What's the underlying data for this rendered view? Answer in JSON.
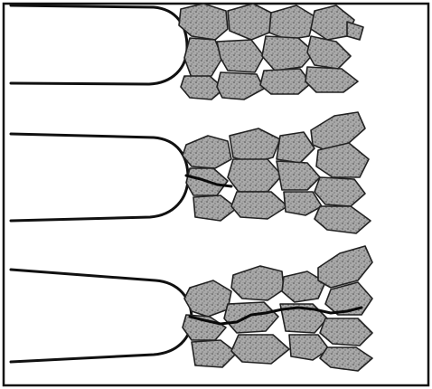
{
  "figure": {
    "panels": [
      {
        "id": "panel-1",
        "crack": "none"
      },
      {
        "id": "panel-2",
        "crack": "partial"
      },
      {
        "id": "panel-3",
        "crack": "full"
      }
    ],
    "colors": {
      "ink": "#111111",
      "grain_fill": "#a9a9a9",
      "grain_texture": "#4a4a4a",
      "background": "#ffffff"
    }
  }
}
